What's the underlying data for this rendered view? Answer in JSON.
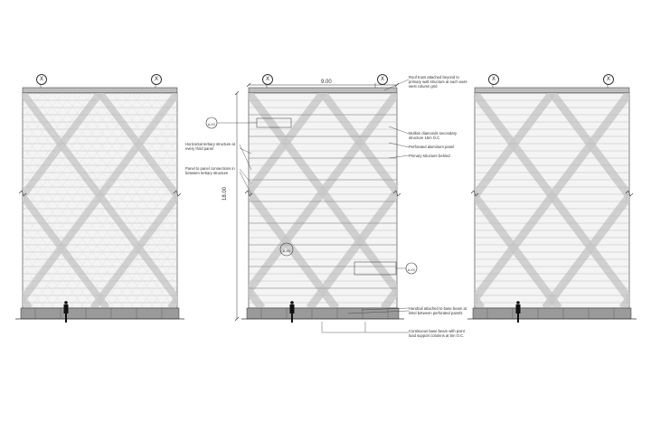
{
  "grid_labels": {
    "left_a": "X",
    "left_b": "X",
    "mid_a": "X",
    "mid_b": "X",
    "right_a": "X",
    "right_b": "X"
  },
  "dimensions": {
    "width": "9.00",
    "height": "18.00"
  },
  "detail_tags": {
    "tag1": "A.XX",
    "tag2": "A.XX",
    "tag3": "A.XX"
  },
  "annotations": {
    "left": [
      "Horizontal tertiary structure at every third panel",
      "Panel to panel connections in between tertiary structure"
    ],
    "right": [
      "Roof truss attached beyond to primary wall structure at each east-west column grid",
      "Mullion diamonds secondary structure 15m O.C.",
      "Perforated aluminum panel",
      "Primary structure behind",
      "Handrail attached to base beam at lintel between perforated panels",
      "Continuous base beam with point load support columns at 5m O.C."
    ]
  },
  "colors": {
    "line": "#333333",
    "panel_fill": "#f4f4f4",
    "diamond_band": "#c9c9c9",
    "base_beam": "#9a9a9a"
  }
}
